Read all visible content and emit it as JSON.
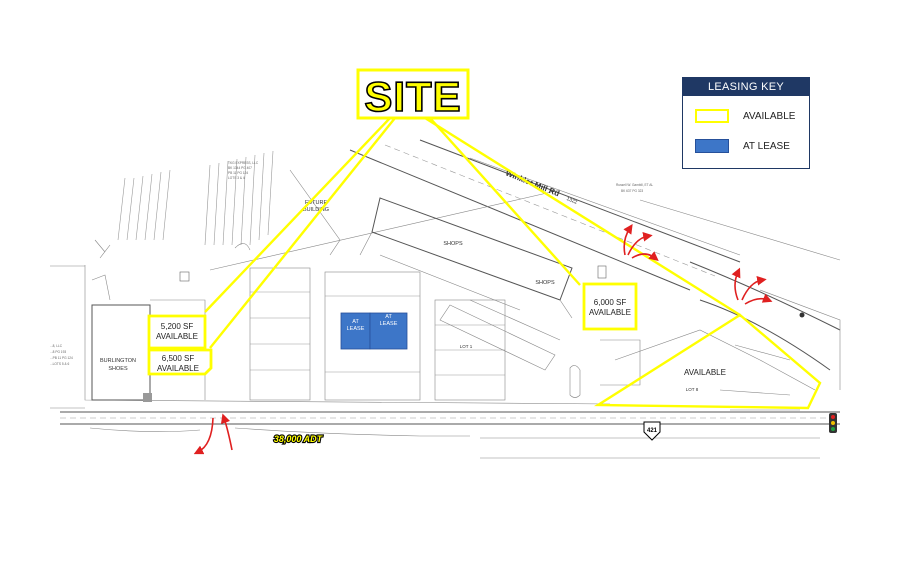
{
  "site_label": "SITE",
  "legend": {
    "title": "LEASING KEY",
    "items": [
      {
        "label": "AVAILABLE",
        "swatch": "#ffff00"
      },
      {
        "label": "AT LEASE",
        "swatch": "#3d76c8"
      }
    ]
  },
  "colors": {
    "available_outline": "#ffff00",
    "at_lease_fill": "#3d76c8",
    "access_arrow": "#e02020",
    "legend_header": "#1f3864"
  },
  "units": {
    "unit_5200": {
      "size": "5,200 SF",
      "status": "AVAILABLE"
    },
    "unit_6500": {
      "size": "6,500 SF",
      "status": "AVAILABLE"
    },
    "unit_6000": {
      "size": "6,000 SF",
      "status": "AVAILABLE"
    },
    "outparcel": {
      "status": "AVAILABLE"
    }
  },
  "at_lease_units": [
    {
      "line1": "AT",
      "line2": "LEASE"
    },
    {
      "line1": "AT",
      "line2": "LEASE"
    }
  ],
  "map_labels": {
    "burlington": {
      "line1": "BURLINGTON",
      "line2": "SHOES"
    },
    "shops_upper": "SHOPS",
    "shops_lower": "SHOPS",
    "future_building": {
      "line1": "FUTURE",
      "line2": "BUILDING"
    },
    "lot_1": "LOT 1",
    "lot_8": "LOT 8",
    "road_name": "Winkler Mill Rd",
    "road_number": "1322",
    "traffic_count": "38,000 ADT",
    "highway_shield": "421",
    "owner_right": {
      "line1": "Russell W. Gambill, ET AL",
      "line2": "BK 637 PG 323"
    },
    "owner_top": {
      "line1": "TKG EXPRESS, LLC",
      "line2": "BK 1344 PG 407",
      "line3": "PB 11 PG 124",
      "line4": "LOTS 3 & 4"
    },
    "owner_left": {
      "line1": "...8, LLC",
      "line2": "...8 PG 193",
      "line3": "...PB 11 PG 124",
      "line4": "...LOTS 5 & 6"
    }
  }
}
